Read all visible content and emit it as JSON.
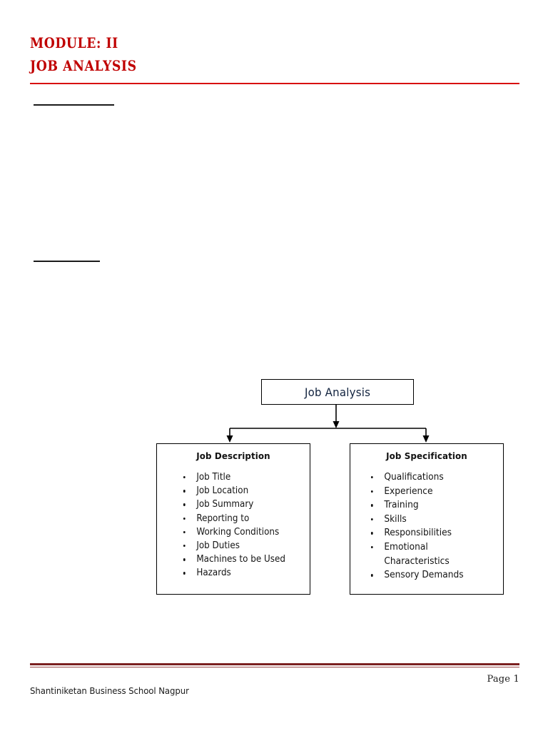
{
  "document": {
    "header": {
      "line1": "Module: II",
      "line2": "Job Analysis",
      "rule_color": "#d81010",
      "text_color": "#c00000"
    },
    "footer": {
      "page_number": "Page 1",
      "organization": "Shantiniketan Business School Nagpur",
      "rule_color": "#7b2020"
    }
  },
  "diagram": {
    "type": "hierarchy",
    "root": {
      "label": "Job Analysis"
    },
    "children": [
      {
        "title": "Job Description",
        "items": [
          "Job Title",
          "Job Location",
          "Job Summary",
          "Reporting to",
          "Working Conditions",
          "Job Duties",
          "Machines to be Used",
          "Hazards"
        ]
      },
      {
        "title": "Job Specification",
        "items": [
          "Qualifications",
          "Experience",
          "Training",
          "Skills",
          "Responsibilities",
          "Emotional\nCharacteristics",
          "Sensory Demands"
        ]
      }
    ],
    "connector_color": "#000000"
  }
}
